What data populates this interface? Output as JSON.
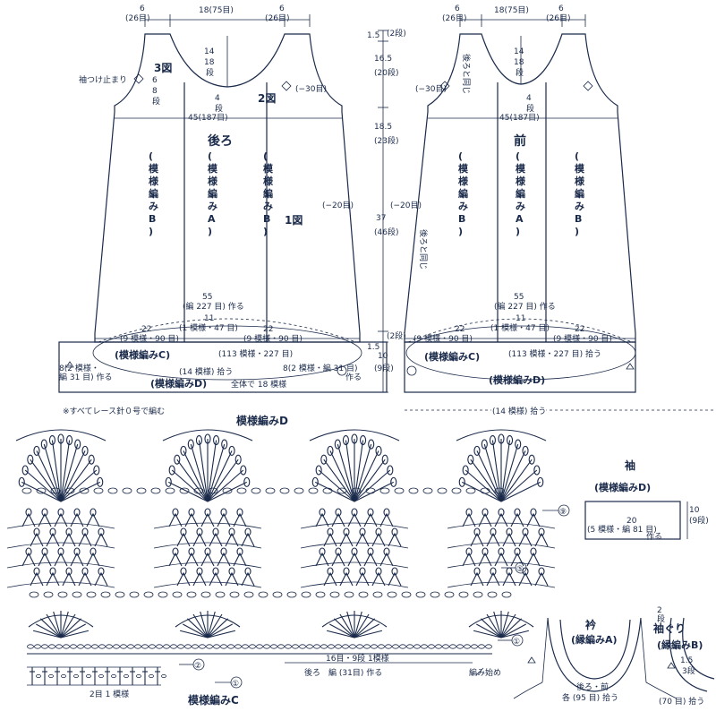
{
  "note": "※すべてレース針０号で編む",
  "back": {
    "title": "後ろ",
    "top_left": "6",
    "top_left_sub": "(26目)",
    "top_mid": "18(75目)",
    "top_right": "6",
    "top_right_sub": "(26目)",
    "neck_depth": [
      "14",
      "18",
      "段"
    ],
    "armhole_tag": "袖つけ止まり",
    "armhole_depth": [
      "6",
      "8",
      "段"
    ],
    "fig3": "3図",
    "fig2": "2図",
    "fig1": "1図",
    "inner_depth": [
      "4",
      "段"
    ],
    "minus30": "(−30目)",
    "width45": "45(187目)",
    "minus20": "(−20目)",
    "patB_left": [
      "(",
      "模",
      "様",
      "編",
      "み",
      "B",
      ")"
    ],
    "patA": [
      "(",
      "模",
      "様",
      "編",
      "み",
      "A",
      ")"
    ],
    "patB_right": [
      "(",
      "模",
      "様",
      "編",
      "み",
      "B",
      ")"
    ],
    "hem_total": "55",
    "hem_total_sub": "(編 227 目) 作る",
    "hem_mid": "11",
    "hem_mid_sub": "(1 模様・47 目)",
    "hem_side_l": "22",
    "hem_side_l_sub": "(9 模様・90 目)",
    "hem_side_r": "22",
    "hem_side_r_sub": "(9 模様・90 目)",
    "patC": "(模様編みC)",
    "patC_count": "(113 模様・227 目)",
    "side_left": "8(2 模様・",
    "side_left2": "編 31 目) 作る",
    "side_right": "8(2 模様・編 31 目)",
    "side_right2": "作る",
    "pick14": "(14 模様) 拾う",
    "patD": "(模様編みD)",
    "total18": "全体で 18 模様"
  },
  "front": {
    "title": "前",
    "top_left": "6",
    "top_left_sub": "(26目)",
    "top_mid": "18(75目)",
    "top_right": "6",
    "top_right_sub": "(26目)",
    "join_top": "後ろと同じ",
    "neck_depth": [
      "14",
      "18",
      "段"
    ],
    "minus30": "(−30目)",
    "inner_depth": [
      "4",
      "段"
    ],
    "width45": "45(187目)",
    "minus20": "(−20目)",
    "join_side": "後ろと同じ",
    "patB_left": [
      "(",
      "模",
      "様",
      "編",
      "み",
      "B",
      ")"
    ],
    "patA": [
      "(",
      "模",
      "様",
      "編",
      "み",
      "A",
      ")"
    ],
    "patB_right": [
      "(",
      "模",
      "様",
      "編",
      "み",
      "B",
      ")"
    ],
    "hem_total": "55",
    "hem_total_sub": "(編 227 目) 作る",
    "hem_mid": "11",
    "hem_mid_sub": "(1 模様・47 目)",
    "hem_side_l": "22",
    "hem_side_l_sub": "(9 模様・90 目)",
    "hem_side_r": "22",
    "hem_side_r_sub": "(9 模様・90 目)",
    "patC": "(模様編みC)",
    "patC_count": "(113 模様・227 目) 拾う",
    "patD": "(模様編みD)",
    "pick14": "(14 模様) 拾う"
  },
  "vertical": {
    "v1": "1.5",
    "v1_sub": "(2段)",
    "v2": "16.5",
    "v2_sub": "(20段)",
    "v3": "18.5",
    "v3_sub": "(23段)",
    "v4": "37",
    "v4_sub": "(46段)",
    "v5": "1.5",
    "v5_sub": "(2段)",
    "v6": "10",
    "v6_sub": "(9段)"
  },
  "chart": {
    "title_d": "模様編みD",
    "title_c": "模様編みC",
    "row9": "⑨",
    "row5": "⑤",
    "row1": "①",
    "row2": "②",
    "row1b": "①",
    "repeat": "16目・9段 1模様",
    "back_chain": "後ろ　編 (31目) 作る",
    "start": "編み始め",
    "repeat_c": "2目 1 模様"
  },
  "sleeve": {
    "title": "袖",
    "pattern": "(模様編みD)",
    "width": "20",
    "width_sub": "(5 模様・編 81 目)",
    "make": "作る",
    "height": "10",
    "height_sub": "(9段)"
  },
  "collar": {
    "title": "衿",
    "pattern": "(縁編みA)",
    "depth": "2",
    "depth_sub": "段",
    "pick": "後ろ・前",
    "pick2": "各 (95 目) 拾う"
  },
  "armhole": {
    "title": "袖ぐり",
    "pattern": "(縁編みB)",
    "depth": "1.5",
    "depth_sub": "3段",
    "pick": "(70 目) 拾う"
  }
}
